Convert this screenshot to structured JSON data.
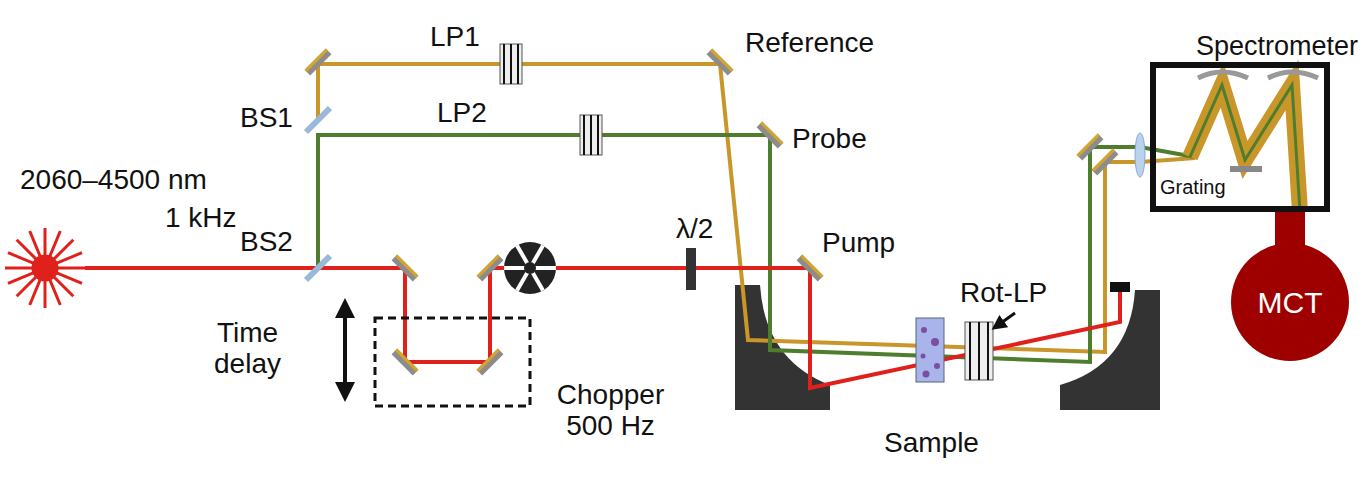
{
  "diagram": {
    "nodes": [
      {
        "text": [
          "Spectrometer"
        ]
      },
      {
        "text": [
          "MCT"
        ]
      }
    ],
    "labels": [
      "LP1",
      "Reference",
      "BS1",
      "LP2",
      "Probe",
      "2060–4500 nm",
      "1 kHz",
      "BS2",
      "λ/2",
      "Pump",
      "Rot-LP",
      "Time delay",
      "Chopper 500 Hz",
      "Sample",
      "Grating"
    ]
  }
}
